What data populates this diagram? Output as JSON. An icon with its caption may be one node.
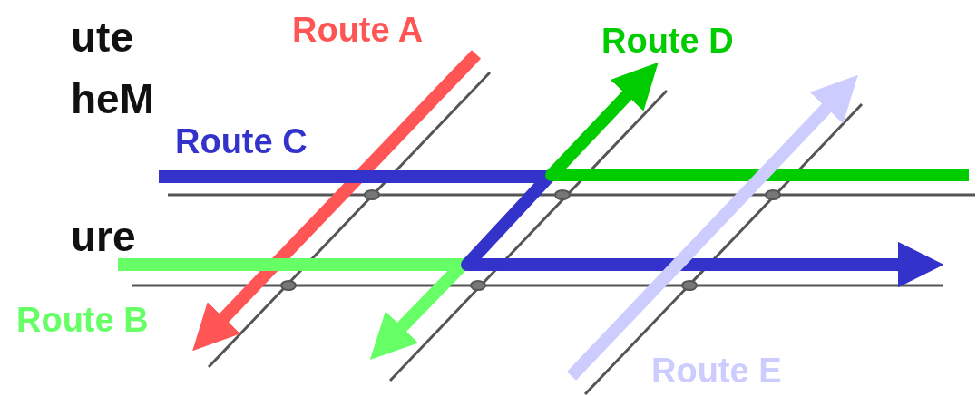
{
  "diagram": {
    "labels": [
      "ute",
      "heM",
      "ure",
      "Route A",
      "Route D",
      "Route C",
      "Route B",
      "Route E"
    ]
  }
}
